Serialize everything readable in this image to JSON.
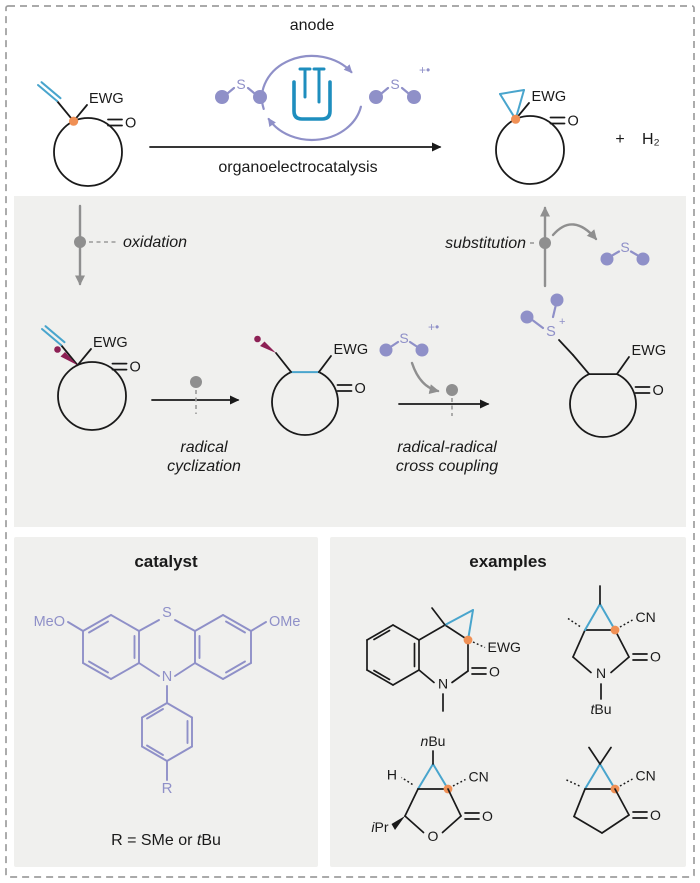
{
  "colors": {
    "purple": "#8f90c8",
    "cell_blue": "#1e8ebe",
    "bond_blue": "#49a5cd",
    "orange": "#f09055",
    "maroon": "#8d2155",
    "gray": "#8f8f8f",
    "panel_gray": "#f0f0ee"
  },
  "top_scheme": {
    "anode": "anode",
    "arrow_label": "organoelectrocatalysis",
    "plus": "+",
    "h2": "H₂"
  },
  "charges": {
    "radical_cation": "+•",
    "sulfonium_plus": "+"
  },
  "atoms": {
    "ewg": "EWG",
    "o": "O",
    "s": "S",
    "n": "N",
    "cn": "CN",
    "h": "H"
  },
  "mechanism": {
    "oxidation": "oxidation",
    "substitution": "substitution",
    "cyclization_line1": "radical",
    "cyclization_line2": "cyclization",
    "coupling_line1": "radical-radical",
    "coupling_line2": "cross coupling"
  },
  "catalyst_panel": {
    "title": "catalyst",
    "meo": "MeO",
    "ome": "OMe",
    "r": "R",
    "r_definition_prefix": "R = SMe or ",
    "r_definition_italic_part": "t",
    "r_definition_suffix": "Bu"
  },
  "examples_panel": {
    "title": "examples",
    "tbu_italic_part": "t",
    "tbu_rest": "Bu",
    "nbu_italic_part": "n",
    "nbu_rest": "Bu",
    "ipr_italic_part": "i",
    "ipr_rest": "Pr"
  }
}
